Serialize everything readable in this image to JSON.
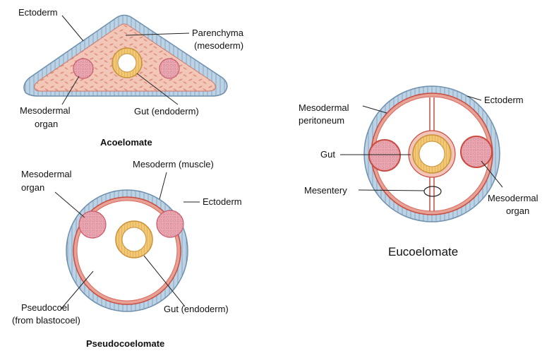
{
  "acoelomate": {
    "title": "Acoelomate",
    "ectoderm": "Ectoderm",
    "parenchyma_line1": "Parenchyma",
    "parenchyma_line2": "(mesoderm)",
    "organ_line1": "Mesodermal",
    "organ_line2": "organ",
    "gut": "Gut (endoderm)"
  },
  "pseudocoelomate": {
    "title": "Pseudocoelomate",
    "organ_line1": "Mesodermal",
    "organ_line2": "organ",
    "muscle": "Mesoderm (muscle)",
    "ectoderm": "Ectoderm",
    "cavity_line1": "Pseudocoel",
    "cavity_line2": "(from blastocoel)",
    "gut": "Gut (endoderm)"
  },
  "eucoelomate": {
    "title": "Eucoelomate",
    "peritoneum_line1": "Mesodermal",
    "peritoneum_line2": "peritoneum",
    "ectoderm": "Ectoderm",
    "gut": "Gut",
    "mesentery": "Mesentery",
    "organ_line1": "Mesodermal",
    "organ_line2": "organ"
  },
  "colors": {
    "ectoderm": "#bcd3e6",
    "ectoderm_stroke": "#6e8fae",
    "mesoderm": "#f3c4b8",
    "muscle": "#d9665a",
    "gut": "#f0c070",
    "organ": "#e8a0aa"
  }
}
